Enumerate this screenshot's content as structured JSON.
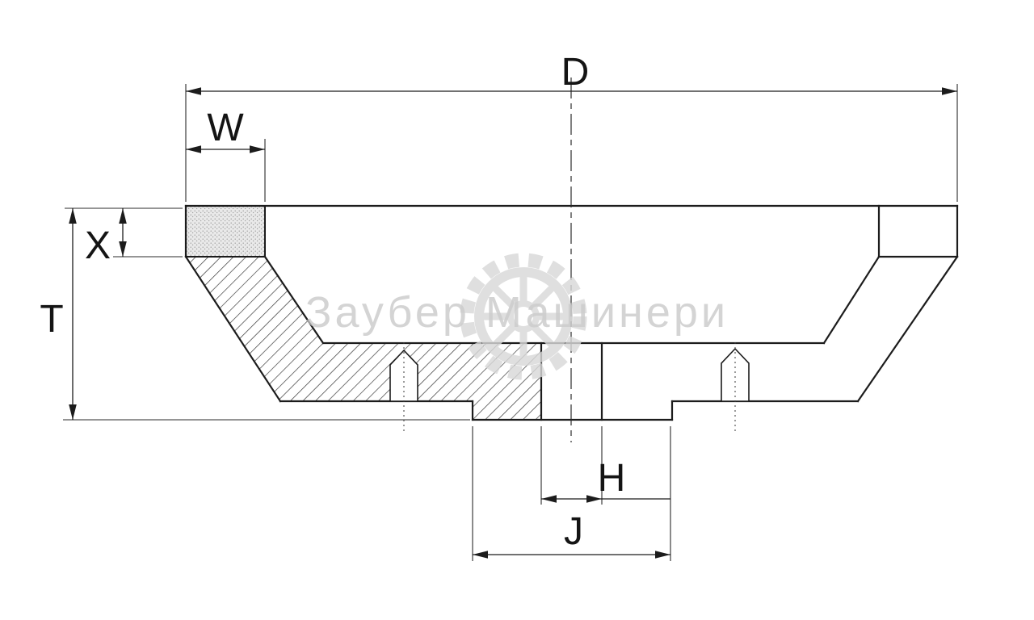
{
  "drawing": {
    "type": "grinding-wheel-cross-section",
    "watermark": "Заубер Машинери",
    "dimension_labels": {
      "diameter": "D",
      "rim_width": "W",
      "abrasive_depth": "X",
      "total_height": "T",
      "bore": "H",
      "hub_width": "J"
    },
    "colors": {
      "line": "#1c1c1c",
      "thin_line": "#2b2b2b",
      "watermark_gray": "#c7c7c7",
      "gear_gray": "#d9d9d9",
      "abrasive_fill": "#e9e9e9"
    }
  }
}
